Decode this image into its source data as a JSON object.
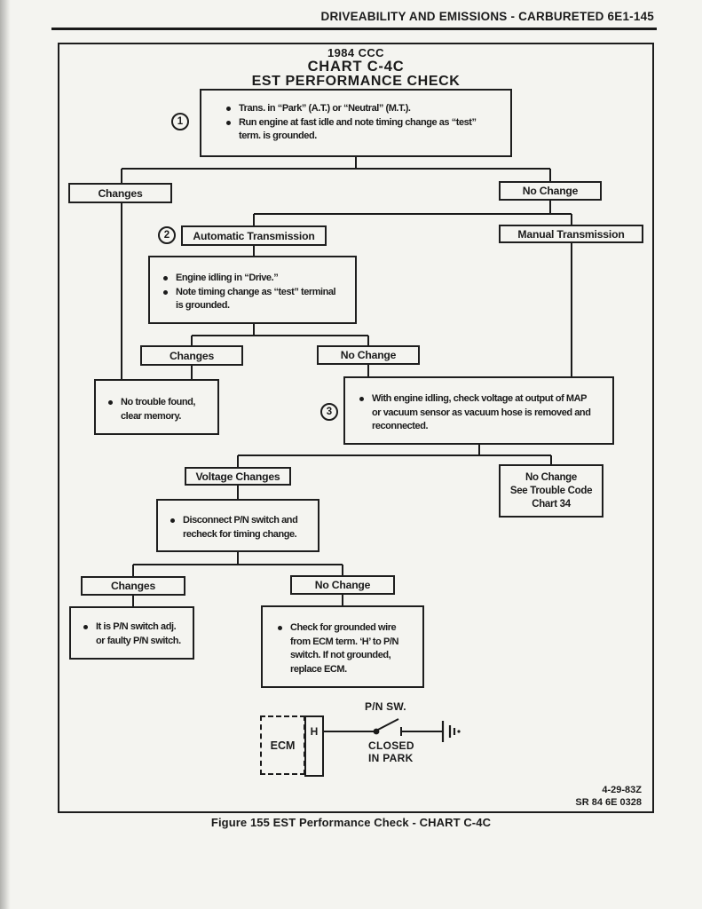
{
  "page": {
    "header": "DRIVEABILITY AND EMISSIONS - CARBURETED  6E1-145",
    "caption": "Figure 155 EST Performance Check - CHART C-4C",
    "revision_code": "4-29-83Z",
    "print_code": "SR 84 6E 0328"
  },
  "title": {
    "line1": "1984 CCC",
    "line2": "CHART C-4C",
    "line3": "EST PERFORMANCE CHECK"
  },
  "badges": {
    "one": "1",
    "two": "2",
    "three": "3"
  },
  "nodes": {
    "step1": {
      "lines": [
        "Trans. in “Park” (A.T.) or “Neutral” (M.T.).",
        "Run engine at fast idle and note timing change as “test”",
        "term. is grounded."
      ]
    },
    "changes_top": {
      "label": "Changes"
    },
    "no_change_top": {
      "label": "No Change"
    },
    "auto_trans": {
      "label": "Automatic Transmission"
    },
    "manual_trans": {
      "label": "Manual Transmission"
    },
    "engine_idling": {
      "lines": [
        "Engine idling in “Drive.”",
        "Note timing change as “test” terminal",
        "is grounded."
      ]
    },
    "changes_mid": {
      "label": "Changes"
    },
    "no_change_mid": {
      "label": "No Change"
    },
    "no_trouble": {
      "lines": [
        "No trouble found,",
        "clear memory."
      ]
    },
    "map_check": {
      "lines": [
        "With engine idling, check voltage at output of MAP",
        "or vacuum sensor as vacuum hose is removed and",
        "reconnected."
      ]
    },
    "voltage_changes": {
      "label": "Voltage Changes"
    },
    "no_change_chart34": {
      "lines": [
        "No Change",
        "See Trouble Code",
        "Chart 34"
      ]
    },
    "disconnect_pn": {
      "lines": [
        "Disconnect P/N switch and",
        "recheck for timing change."
      ]
    },
    "changes_bottom": {
      "label": "Changes"
    },
    "no_change_bottom": {
      "label": "No Change"
    },
    "pn_switch_fault": {
      "lines": [
        "It is P/N switch adj.",
        "or faulty P/N switch."
      ]
    },
    "check_ground": {
      "lines": [
        "Check for grounded wire",
        "from ECM term. ‘H’ to P/N",
        "switch. If not grounded,",
        "replace ECM."
      ]
    }
  },
  "schematic": {
    "ecm_label": "ECM",
    "terminal_label": "H",
    "switch_label": "P/N SW.",
    "state_line1": "CLOSED",
    "state_line2": "IN PARK"
  }
}
